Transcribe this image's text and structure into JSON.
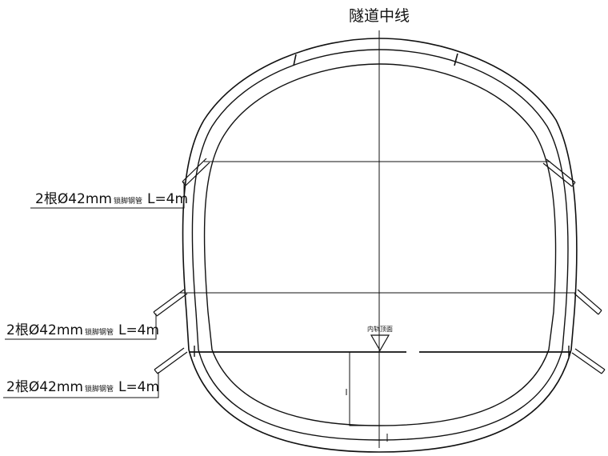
{
  "centerline_label": "隧道中线",
  "level_mark_label": "内轨顶面",
  "pipe_labels": [
    {
      "prefix": "2根Ø42mm",
      "small": "锁脚钢管",
      "length": "L=4m"
    },
    {
      "prefix": "2根Ø42mm",
      "small": "锁脚钢管",
      "length": "L=4m"
    },
    {
      "prefix": "2根Ø42mm",
      "small": "锁脚钢管",
      "length": "L=4m"
    }
  ],
  "colors": {
    "line": "#111111",
    "background": "#ffffff"
  }
}
